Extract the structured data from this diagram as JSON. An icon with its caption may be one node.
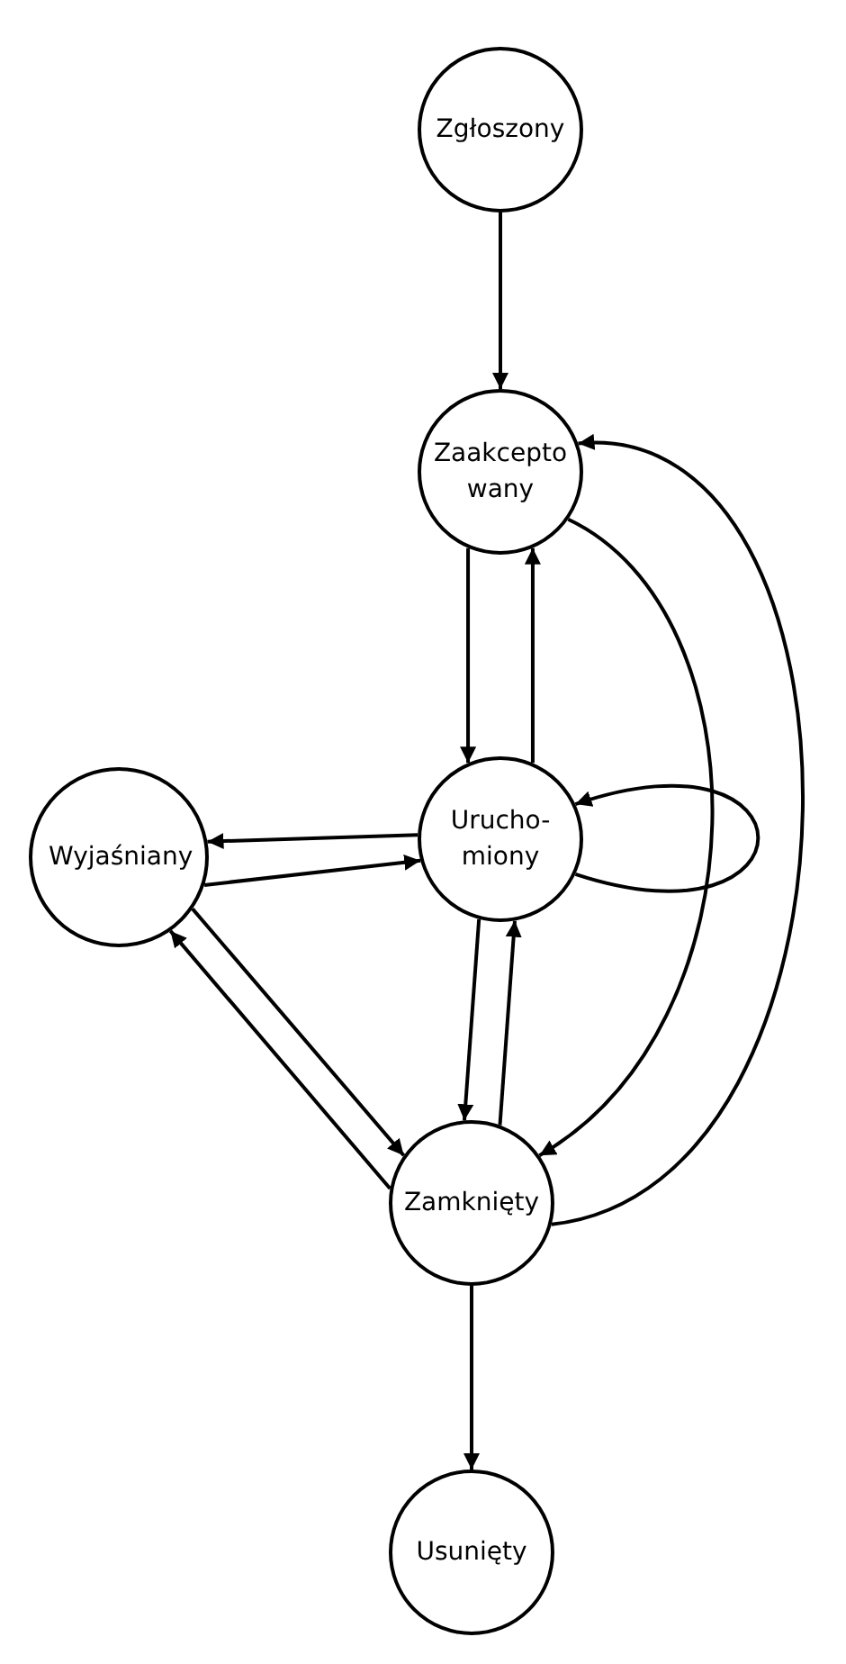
{
  "diagram": {
    "nodes": [
      {
        "text": [
          "Zgłoszony"
        ]
      },
      {
        "text": [
          "Zaakcepto wany"
        ]
      },
      {
        "text": [
          "Urucho- miony"
        ]
      },
      {
        "text": [
          "Wyjaśniany"
        ]
      },
      {
        "text": [
          "Zamknięty"
        ]
      },
      {
        "text": [
          "Usunięty"
        ]
      }
    ],
    "edges": [
      {
        "from": 0,
        "to": 1,
        "arrow": "to"
      },
      {
        "from": 1,
        "to": 2,
        "arrow": "to"
      },
      {
        "from": 2,
        "to": 1,
        "arrow": "to"
      },
      {
        "from": 2,
        "to": 3,
        "arrow": "to"
      },
      {
        "from": 3,
        "to": 2,
        "arrow": "to"
      },
      {
        "from": 2,
        "to": 2,
        "arrow": "to"
      },
      {
        "from": 2,
        "to": 4,
        "arrow": "to"
      },
      {
        "from": 4,
        "to": 2,
        "arrow": "to"
      },
      {
        "from": 3,
        "to": 4,
        "arrow": "to"
      },
      {
        "from": 4,
        "to": 3,
        "arrow": "to"
      },
      {
        "from": 1,
        "to": 4,
        "arrow": "to"
      },
      {
        "from": 4,
        "to": 1,
        "arrow": "to"
      },
      {
        "from": 4,
        "to": 5,
        "arrow": "to"
      }
    ]
  }
}
